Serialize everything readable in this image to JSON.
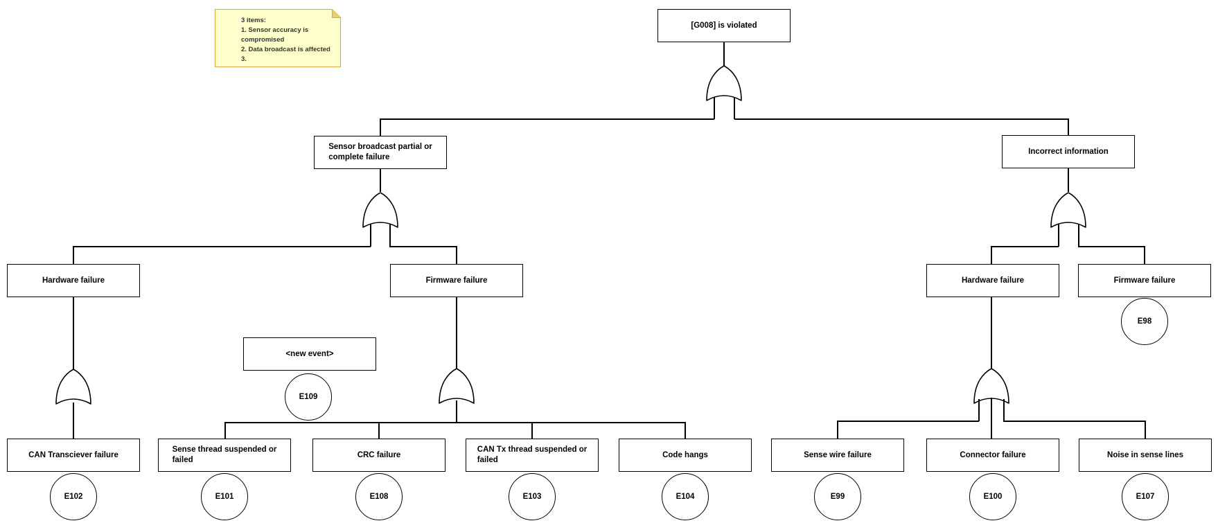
{
  "note": {
    "lines": [
      "3 items:",
      "1. Sensor accuracy is compromised",
      "2. Data broadcast is affected",
      "3."
    ]
  },
  "boxes": {
    "root": {
      "lines": [
        "[G008] is violated"
      ]
    },
    "sensor_broadcast": {
      "lines": [
        "Sensor broadcast partial or",
        "complete failure"
      ]
    },
    "incorrect_info": {
      "lines": [
        "Incorrect information"
      ]
    },
    "hardware_left": {
      "lines": [
        "Hardware failure"
      ]
    },
    "firmware_left": {
      "lines": [
        "Firmware failure"
      ]
    },
    "hardware_right": {
      "lines": [
        "Hardware failure"
      ]
    },
    "firmware_right": {
      "lines": [
        "Firmware failure"
      ]
    },
    "new_event": {
      "lines": [
        "<new event>"
      ]
    },
    "can_transciever": {
      "lines": [
        "CAN Transciever failure"
      ]
    },
    "sense_thread": {
      "lines": [
        "Sense thread suspended or",
        "failed"
      ]
    },
    "crc_failure": {
      "lines": [
        "CRC failure"
      ]
    },
    "can_tx_thread": {
      "lines": [
        "CAN Tx thread suspended or",
        "failed"
      ]
    },
    "code_hangs": {
      "lines": [
        "Code hangs"
      ]
    },
    "sense_wire": {
      "lines": [
        "Sense wire failure"
      ]
    },
    "connector_failure": {
      "lines": [
        "Connector failure"
      ]
    },
    "noise_sense_lines": {
      "lines": [
        "Noise in sense lines"
      ]
    }
  },
  "events": {
    "e109": "E109",
    "e98": "E98",
    "e102": "E102",
    "e101": "E101",
    "e108": "E108",
    "e103": "E103",
    "e104": "E104",
    "e99": "E99",
    "e100": "E100",
    "e107": "E107"
  },
  "colors": {
    "line": "#000000",
    "note_bg": "#ffffcc",
    "note_border": "#dfa640",
    "note_fold": "#e3cf6f",
    "note_text": "#333333"
  }
}
